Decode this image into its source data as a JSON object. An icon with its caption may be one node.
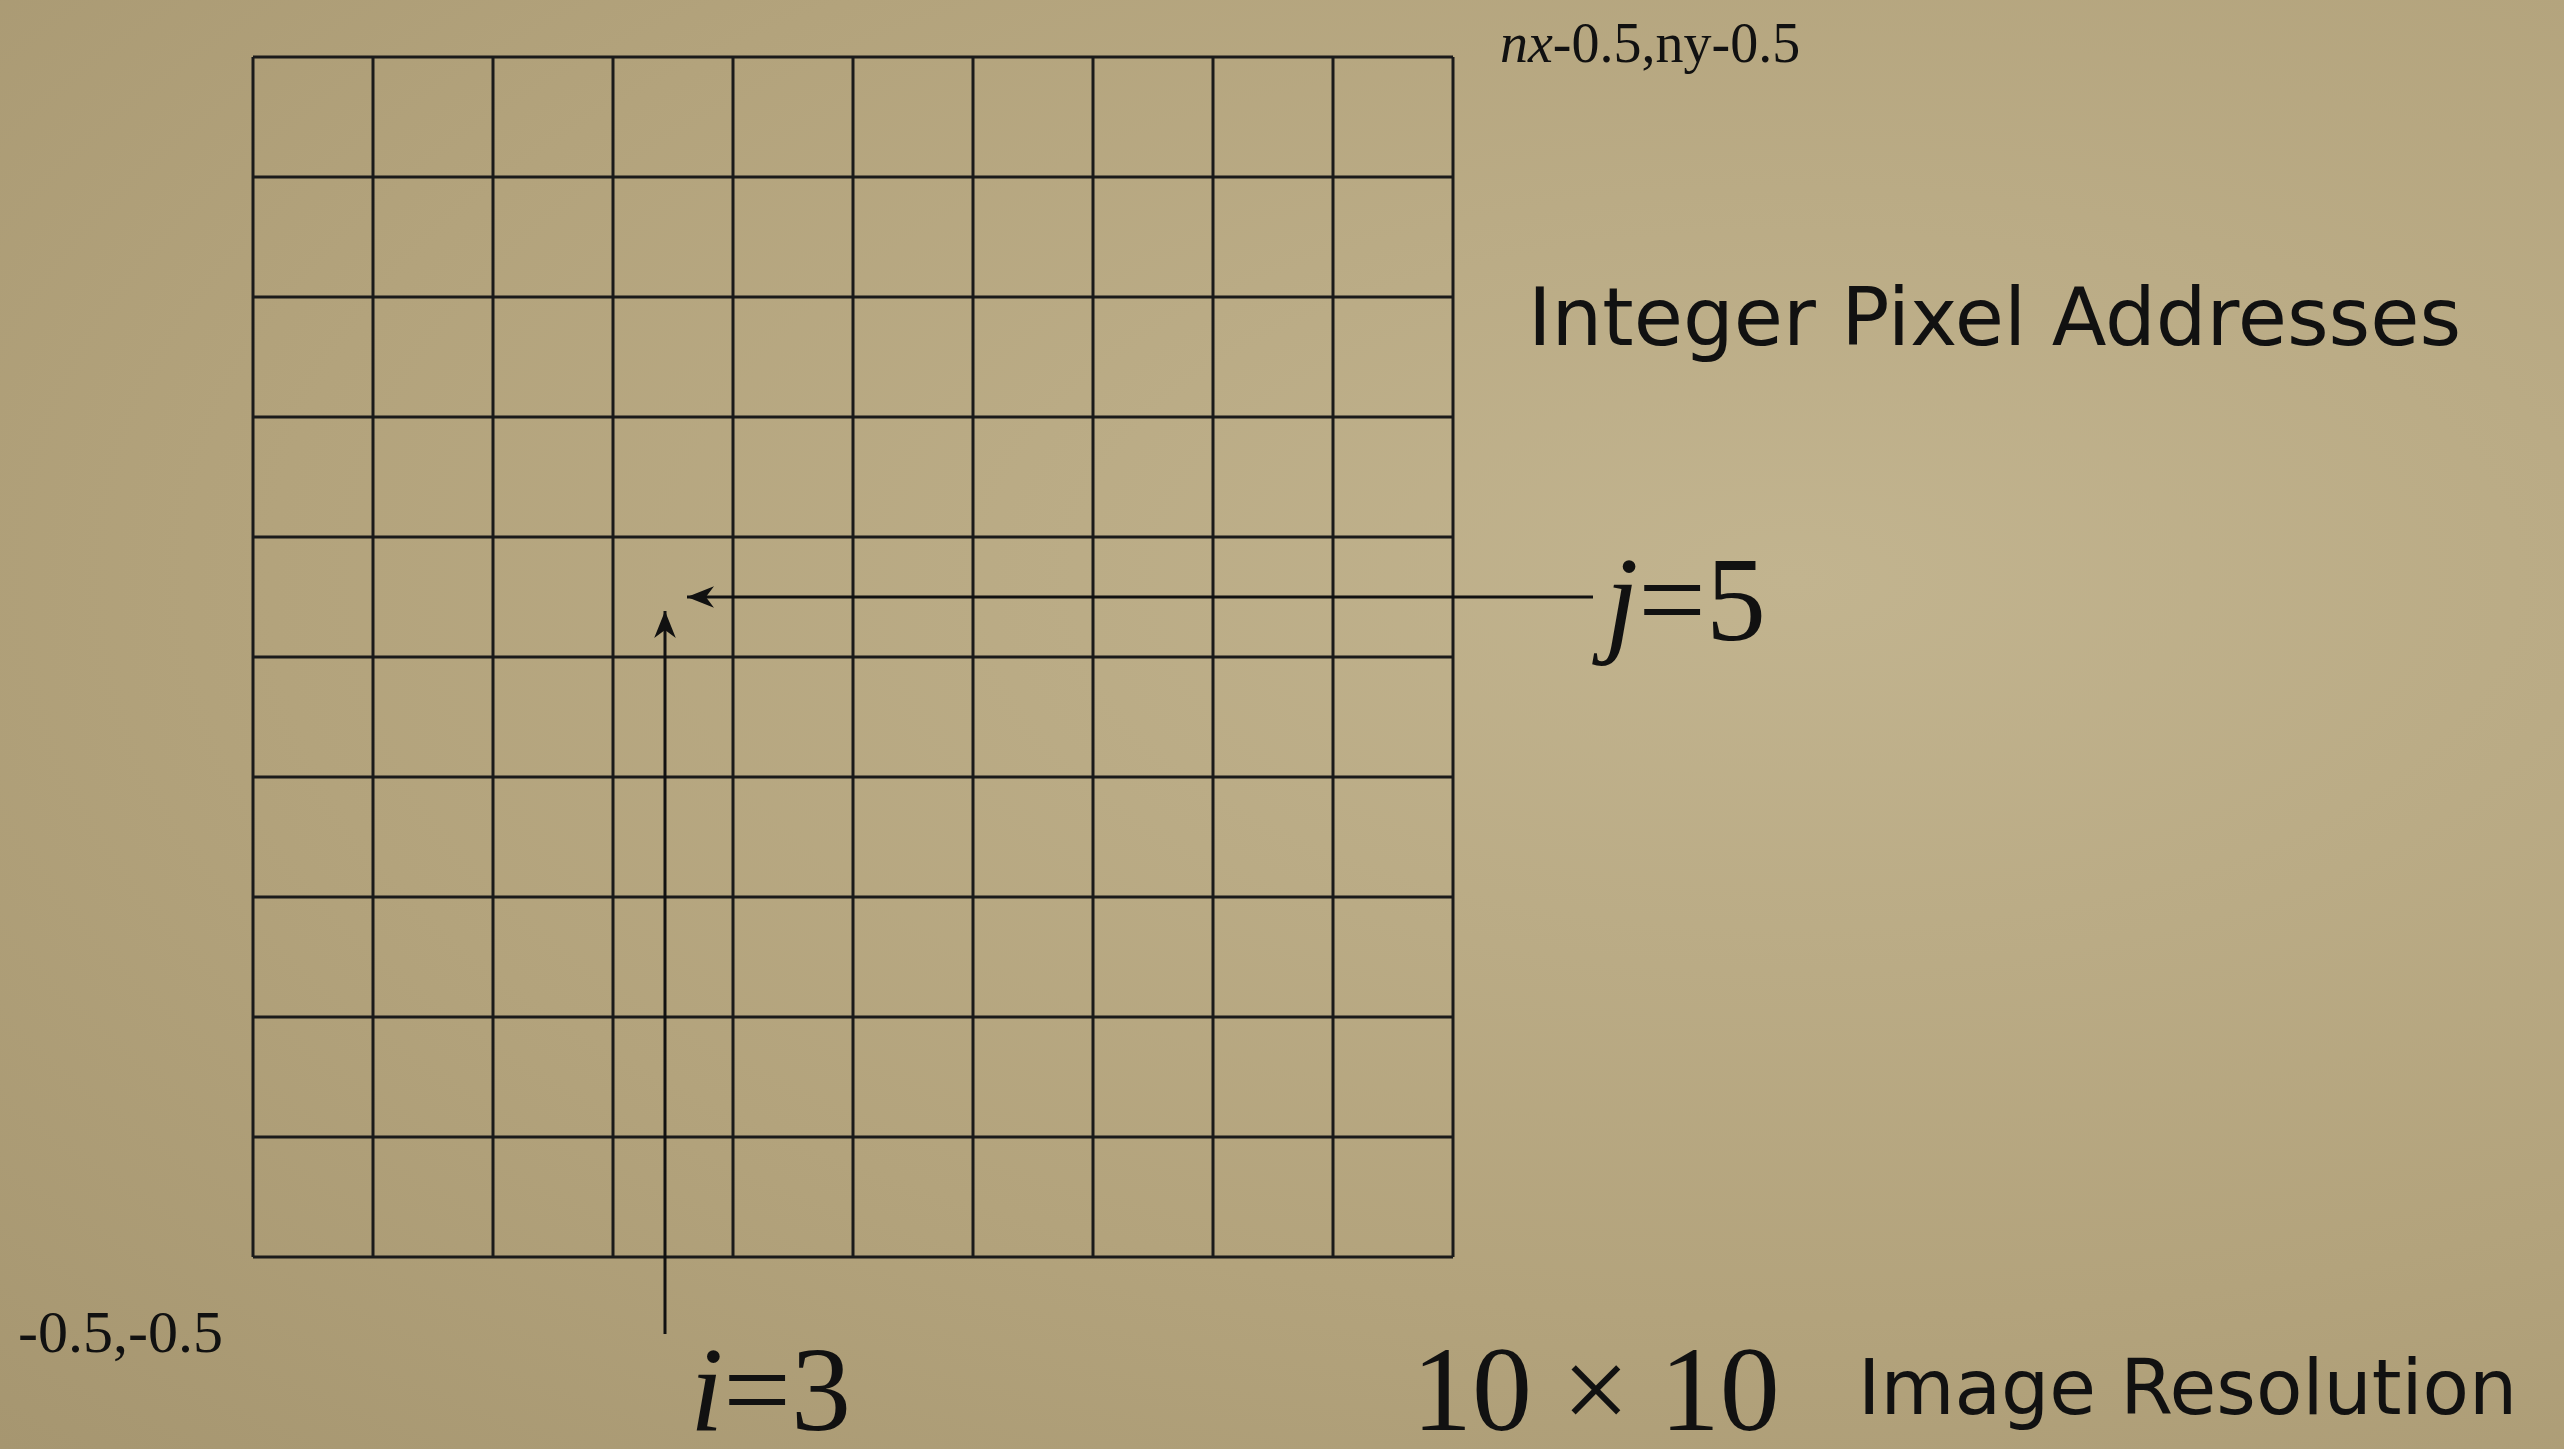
{
  "diagram": {
    "nodes": [
      {
        "text": [
          "*j*=5"
        ]
      },
      {
        "text": [
          "*i*=3"
        ]
      }
    ],
    "edges": [
      {
        "from": 0,
        "to": null,
        "arrow": "to"
      },
      {
        "from": 1,
        "to": null,
        "arrow": "to"
      }
    ],
    "labels": [
      "*nx*-0.5,ny-0.5",
      "Integer Pixel Addresses",
      "-0.5,-0.5",
      "10 × 10",
      "Image Resolution"
    ]
  }
}
